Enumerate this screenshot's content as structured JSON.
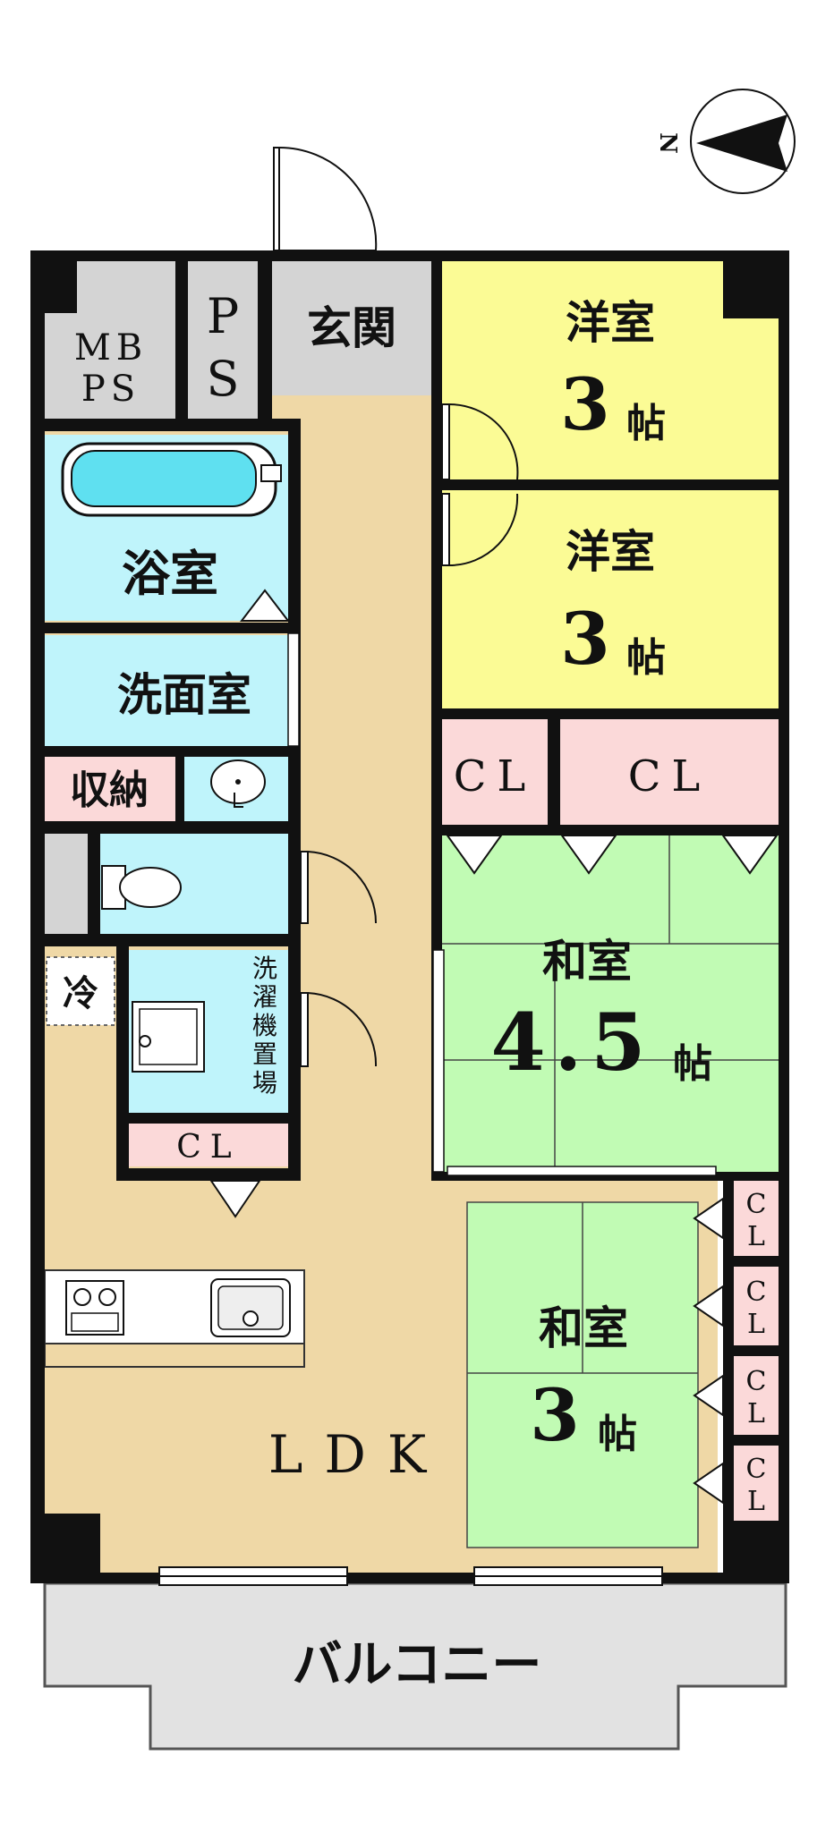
{
  "compass": {
    "label": "N"
  },
  "rooms": {
    "mbps": {
      "line1": "MB",
      "line2": "PS"
    },
    "ps": {
      "line1": "P",
      "line2": "S"
    },
    "entrance": {
      "label": "玄関"
    },
    "bath": {
      "label": "浴室"
    },
    "washroom": {
      "label": "洗面室"
    },
    "storage": {
      "label": "収納"
    },
    "fridge": {
      "label": "冷"
    },
    "laundry": {
      "c1": "洗",
      "c2": "濯",
      "c3": "機",
      "c4": "置",
      "c5": "場"
    },
    "closet_laundry": {
      "label": "CL"
    },
    "western1": {
      "name": "洋室",
      "size": "3",
      "unit": "帖"
    },
    "western2": {
      "name": "洋室",
      "size": "3",
      "unit": "帖"
    },
    "cl_a": {
      "label": "CL"
    },
    "cl_b": {
      "label": "CL"
    },
    "japanese1": {
      "name": "和室",
      "size": "4.5",
      "unit": "帖"
    },
    "japanese2": {
      "name": "和室",
      "size": "3",
      "unit": "帖"
    },
    "cl_s1": {
      "c1": "C",
      "c2": "L"
    },
    "cl_s2": {
      "c1": "C",
      "c2": "L"
    },
    "cl_s3": {
      "c1": "C",
      "c2": "L"
    },
    "cl_s4": {
      "c1": "C",
      "c2": "L"
    },
    "ldk": {
      "label": "LDK"
    },
    "balcony": {
      "label": "バルコニー"
    }
  },
  "colors": {
    "ldk": "#efd8a6",
    "western": "#fbfb95",
    "japanese": "#c1fbb4",
    "wet": "#bff4fb",
    "closet": "#fbd9d9",
    "service": "#d4d4d4",
    "balcony": "#e2e2e2",
    "wall": "#111111"
  }
}
